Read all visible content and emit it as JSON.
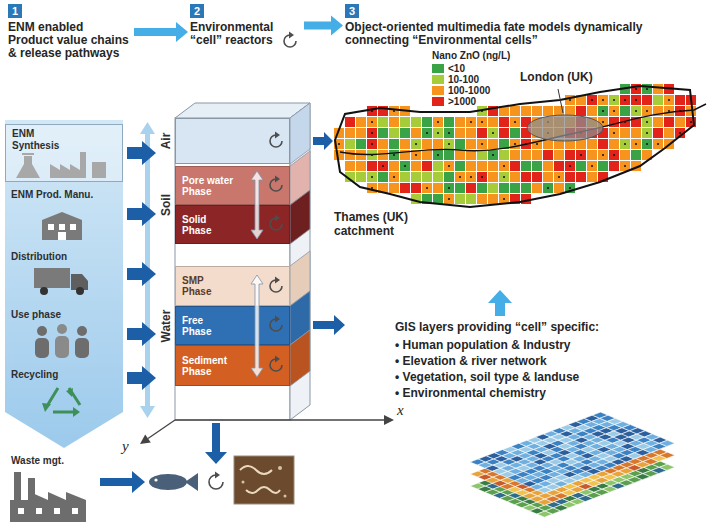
{
  "diagram": {
    "nodes": [
      {
        "text": [
          "1",
          "ENM enabled Product value chains & release pathways"
        ]
      },
      {
        "text": [
          "2",
          "Environmental “cell” reactors"
        ]
      },
      {
        "text": [
          "3",
          "Object-oriented multimedia fate models dynamically connecting “Environmental cells”"
        ]
      },
      {
        "text": [
          "ENM Synthesis"
        ]
      },
      {
        "text": [
          "ENM Prod. Manu."
        ]
      },
      {
        "text": [
          "Distribution"
        ]
      },
      {
        "text": [
          "Use phase"
        ]
      },
      {
        "text": [
          "Recycling"
        ]
      },
      {
        "text": [
          "Waste mgt."
        ]
      },
      {
        "text": [
          "Air"
        ]
      },
      {
        "text": [
          "Soil"
        ]
      },
      {
        "text": [
          "Pore water Phase"
        ],
        "in": 10
      },
      {
        "text": [
          "Solid Phase"
        ],
        "in": 10
      },
      {
        "text": [
          "Water"
        ]
      },
      {
        "text": [
          "SMP Phase"
        ],
        "in": 13
      },
      {
        "text": [
          "Free Phase"
        ],
        "in": 13
      },
      {
        "text": [
          "Sediment Phase"
        ],
        "in": 13
      }
    ],
    "edges": [
      {
        "from": 0,
        "to": 1,
        "arrow": "to"
      },
      {
        "from": 1,
        "to": 2,
        "arrow": "to"
      },
      {
        "from": 3,
        "to": 9,
        "arrow": "to"
      },
      {
        "from": 4,
        "to": 10,
        "arrow": "to"
      },
      {
        "from": 5,
        "to": 13,
        "arrow": "to"
      },
      {
        "from": 6,
        "to": 13,
        "arrow": "to"
      },
      {
        "from": 7,
        "to": 13,
        "arrow": "to"
      }
    ],
    "labels": [
      "Nano ZnO (ng/L)",
      "London (UK)",
      "Thames (UK) catchment",
      "GIS layers providing “cell” specific:",
      "• Human population & Industry",
      "• Elevation & river network",
      "• Vegetation, soil type & landuse",
      "• Environmental chemistry",
      "x",
      "y"
    ],
    "legend": [
      {
        "text": "<10",
        "color": "#3aa346"
      },
      {
        "text": "10-100",
        "color": "#a6cd39"
      },
      {
        "text": "100-1000",
        "color": "#f7941e"
      },
      {
        "text": ">1000",
        "color": "#e2231a"
      }
    ]
  }
}
